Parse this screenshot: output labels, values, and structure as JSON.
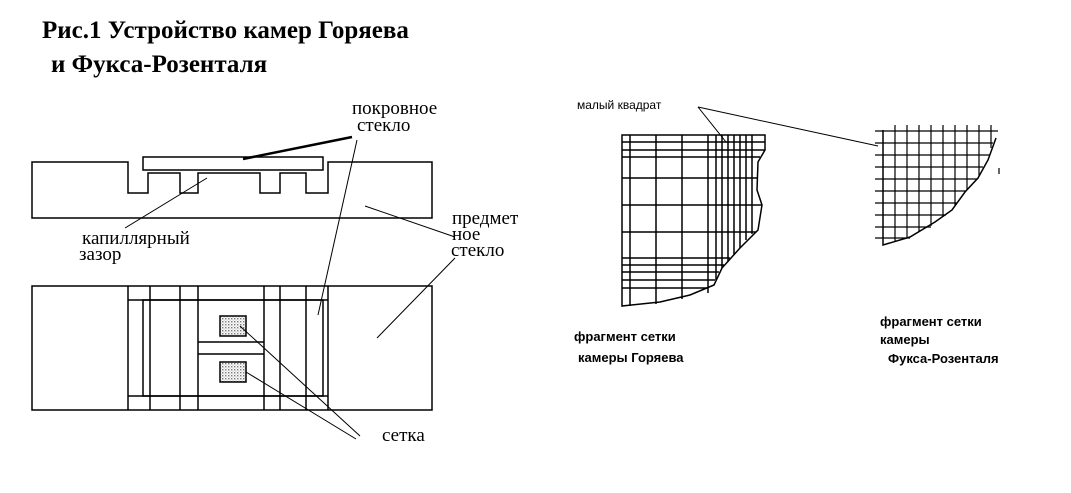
{
  "title": {
    "line1": "Рис.1 Устройство  камер  Горяева",
    "line2": "и  Фукса-Розенталя"
  },
  "labels": {
    "cover_glass_1": "покровное",
    "cover_glass_2": "стекло",
    "slide_1": "предмет",
    "slide_2": "ное",
    "slide_3": "стекло",
    "capillary_1": "капиллярный",
    "capillary_2": "зазор",
    "grid": "сетка",
    "small_square": "малый  квадрат",
    "goryaev_1": "фрагмент   сетки",
    "goryaev_2": "камеры  Горяева",
    "fuchs_1": "фрагмент сетки",
    "fuchs_2": "камеры",
    "fuchs_3": "Фукса-Розенталя"
  },
  "colors": {
    "ink": "#000000",
    "paper": "#ffffff",
    "stipple": "#9a9a9a"
  }
}
